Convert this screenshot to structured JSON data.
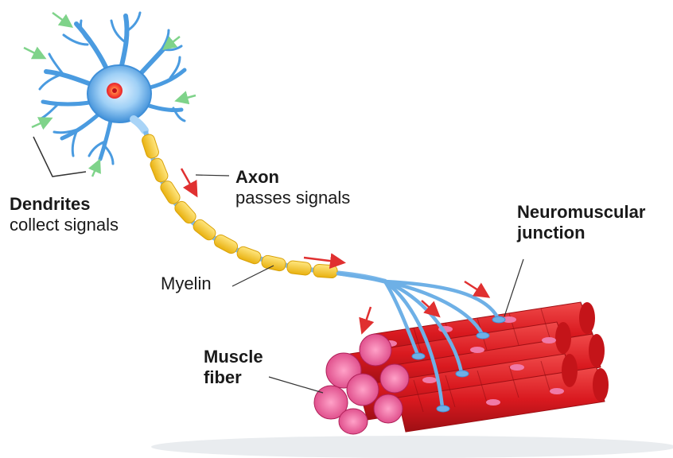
{
  "labels": {
    "dendrites": {
      "title": "Dendrites",
      "subtitle": "collect signals"
    },
    "axon": {
      "title": "Axon",
      "subtitle": "passes signals"
    },
    "myelin": {
      "text": "Myelin"
    },
    "neuromuscular": {
      "line1": "Neuromuscular",
      "line2": "junction"
    },
    "muscle": {
      "line1": "Muscle",
      "line2": "fiber"
    }
  },
  "colors": {
    "neuron": "#4a9be0",
    "neuron_light": "#a9d4f7",
    "nucleus": "#e8202a",
    "myelin": "#f2c21b",
    "muscle": "#d9191f",
    "muscle_dark": "#a81016",
    "muscle_end": "#e85a95",
    "signal_arrow": "#e03030",
    "input_arrow": "#7fd38a",
    "leader_line": "#333333"
  },
  "icons": {
    "signal_arrows": "red-arrow-icon",
    "input_arrows": "green-arrow-icon"
  }
}
